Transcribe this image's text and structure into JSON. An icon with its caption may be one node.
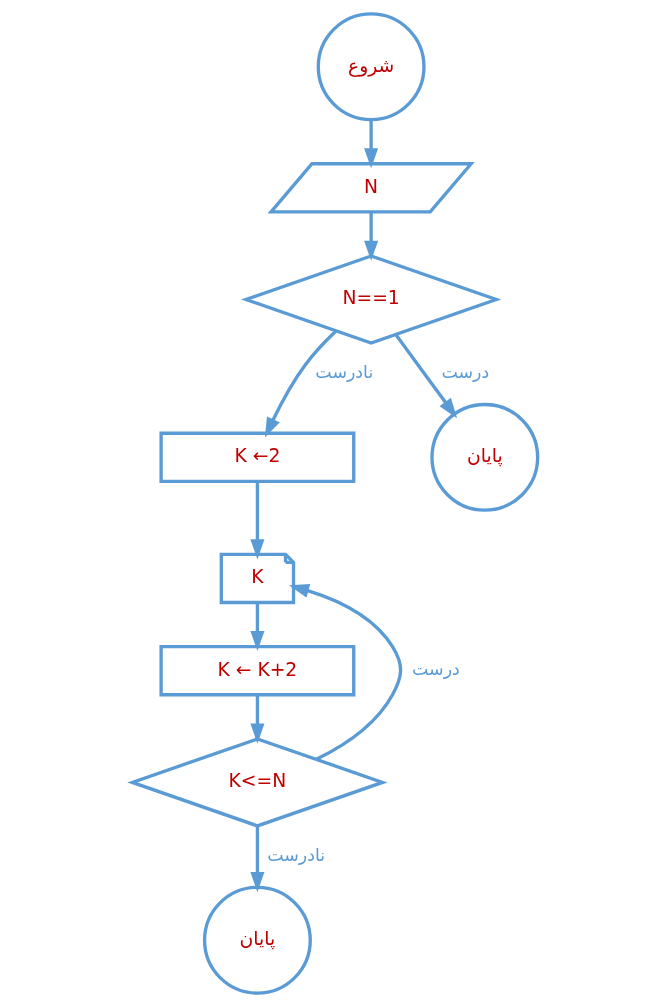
{
  "diagram": {
    "nodes": [
      {
        "text": [
          "شروع"
        ]
      },
      {
        "text": [
          "N"
        ]
      },
      {
        "text": [
          "N==1"
        ]
      },
      {
        "text": [
          "K ←2"
        ]
      },
      {
        "text": [
          "پایان"
        ]
      },
      {
        "text": [
          "K"
        ]
      },
      {
        "text": [
          "K ← K+2"
        ]
      },
      {
        "text": [
          "K<=N"
        ]
      },
      {
        "text": [
          "پایان"
        ]
      }
    ],
    "edges": [
      {
        "from": 0,
        "to": 1,
        "arrow": "to"
      },
      {
        "from": 1,
        "to": 2,
        "arrow": "to"
      },
      {
        "from": 2,
        "to": 3,
        "arrow": "to",
        "label": "نادرست"
      },
      {
        "from": 2,
        "to": 4,
        "arrow": "to",
        "label": "درست"
      },
      {
        "from": 3,
        "to": 5,
        "arrow": "to"
      },
      {
        "from": 5,
        "to": 6,
        "arrow": "to"
      },
      {
        "from": 6,
        "to": 7,
        "arrow": "to"
      },
      {
        "from": 7,
        "to": 5,
        "arrow": "to",
        "label": "درست"
      },
      {
        "from": 7,
        "to": 8,
        "arrow": "to",
        "label": "نادرست"
      }
    ]
  }
}
